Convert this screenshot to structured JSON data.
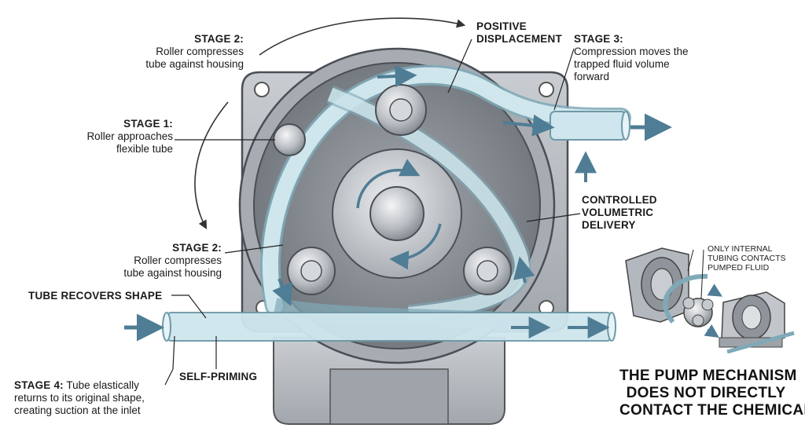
{
  "labels": {
    "stage2_top": {
      "title": "STAGE 2:",
      "line1": "Roller compresses",
      "line2": "tube against housing"
    },
    "positive_displacement": {
      "line1": "POSITIVE",
      "line2": "DISPLACEMENT"
    },
    "stage3": {
      "title": "STAGE 3:",
      "line1": "Compression moves the",
      "line2": "trapped fluid volume",
      "line3": "forward"
    },
    "stage1": {
      "title": "STAGE 1:",
      "line1": "Roller approaches",
      "line2": "flexible tube"
    },
    "controlled": {
      "line1": "CONTROLLED",
      "line2": "VOLUMETRIC",
      "line3": "DELIVERY"
    },
    "stage2_mid": {
      "title": "STAGE 2:",
      "line1": "Roller compresses",
      "line2": "tube against housing"
    },
    "tube_recovers": "TUBE RECOVERS SHAPE",
    "self_priming": "SELF-PRIMING",
    "stage4": {
      "title": "STAGE 4:",
      "line1": " Tube elastically",
      "line2": "returns to its original shape,",
      "line3": "creating suction at the inlet"
    },
    "inset": {
      "line1": "ONLY INTERNAL",
      "line2": "TUBING CONTACTS",
      "line3": "PUMPED FLUID"
    },
    "headline": {
      "line1": "THE PUMP MECHANISM",
      "line2": "DOES NOT DIRECTLY",
      "line3": "CONTACT THE CHEMICAL"
    }
  },
  "colors": {
    "housing": "#b7bbc0",
    "housing_dark": "#6d7278",
    "cavity": "#8d9298",
    "tube": "#cfe6ee",
    "tube_edge": "#7fa9b8",
    "arrow": "#4f7d95",
    "text": "#1a1a1a"
  }
}
